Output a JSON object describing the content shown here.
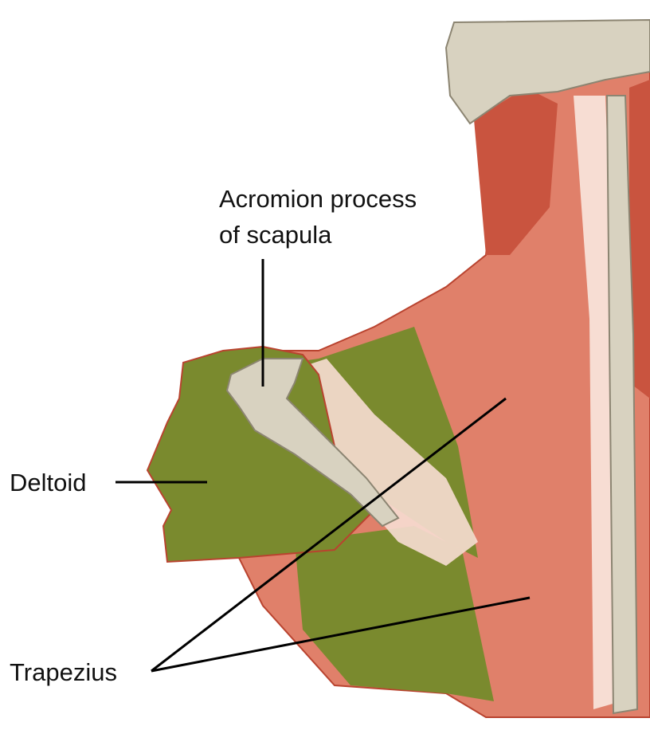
{
  "labels": {
    "acromion_line1": "Acromion process",
    "acromion_line2": "of scapula",
    "deltoid": "Deltoid",
    "trapezius": "Trapezius"
  },
  "colors": {
    "muscle": "#e0806a",
    "muscle_dark": "#c9543f",
    "tendon": "#f7ddd3",
    "bone": "#d8d2c0",
    "highlight_green": "#7a8a2e",
    "leader": "#000000"
  }
}
